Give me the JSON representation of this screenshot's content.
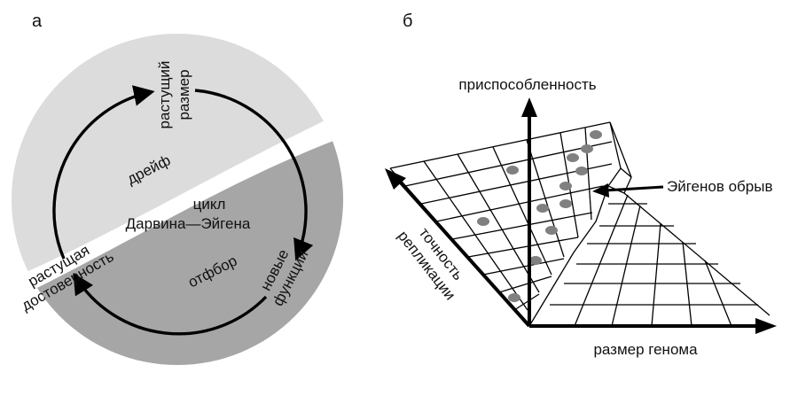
{
  "panel_a": {
    "label": "а",
    "top_label": [
      "растущий",
      "размер"
    ],
    "drift_label": "дрейф",
    "center_label": [
      "цикл",
      "Дарвина—Эйгена"
    ],
    "right_label": [
      "новые",
      "функции"
    ],
    "selection_label": "отфбор",
    "left_label": [
      "растущая",
      "достоверность"
    ],
    "colors": {
      "light_region": "#dcdcdc",
      "dark_region": "#a6a6a6",
      "band": "#ffffff",
      "arrow": "#000000"
    }
  },
  "panel_b": {
    "label": "б",
    "y_axis_label": "приспособленность",
    "x_axis_label": "размер генома",
    "depth_axis_label": [
      "точность",
      "репликации"
    ],
    "cliff_label": "Эйгенов обрыв",
    "colors": {
      "grid": "#000000",
      "dots": "#808080"
    }
  }
}
